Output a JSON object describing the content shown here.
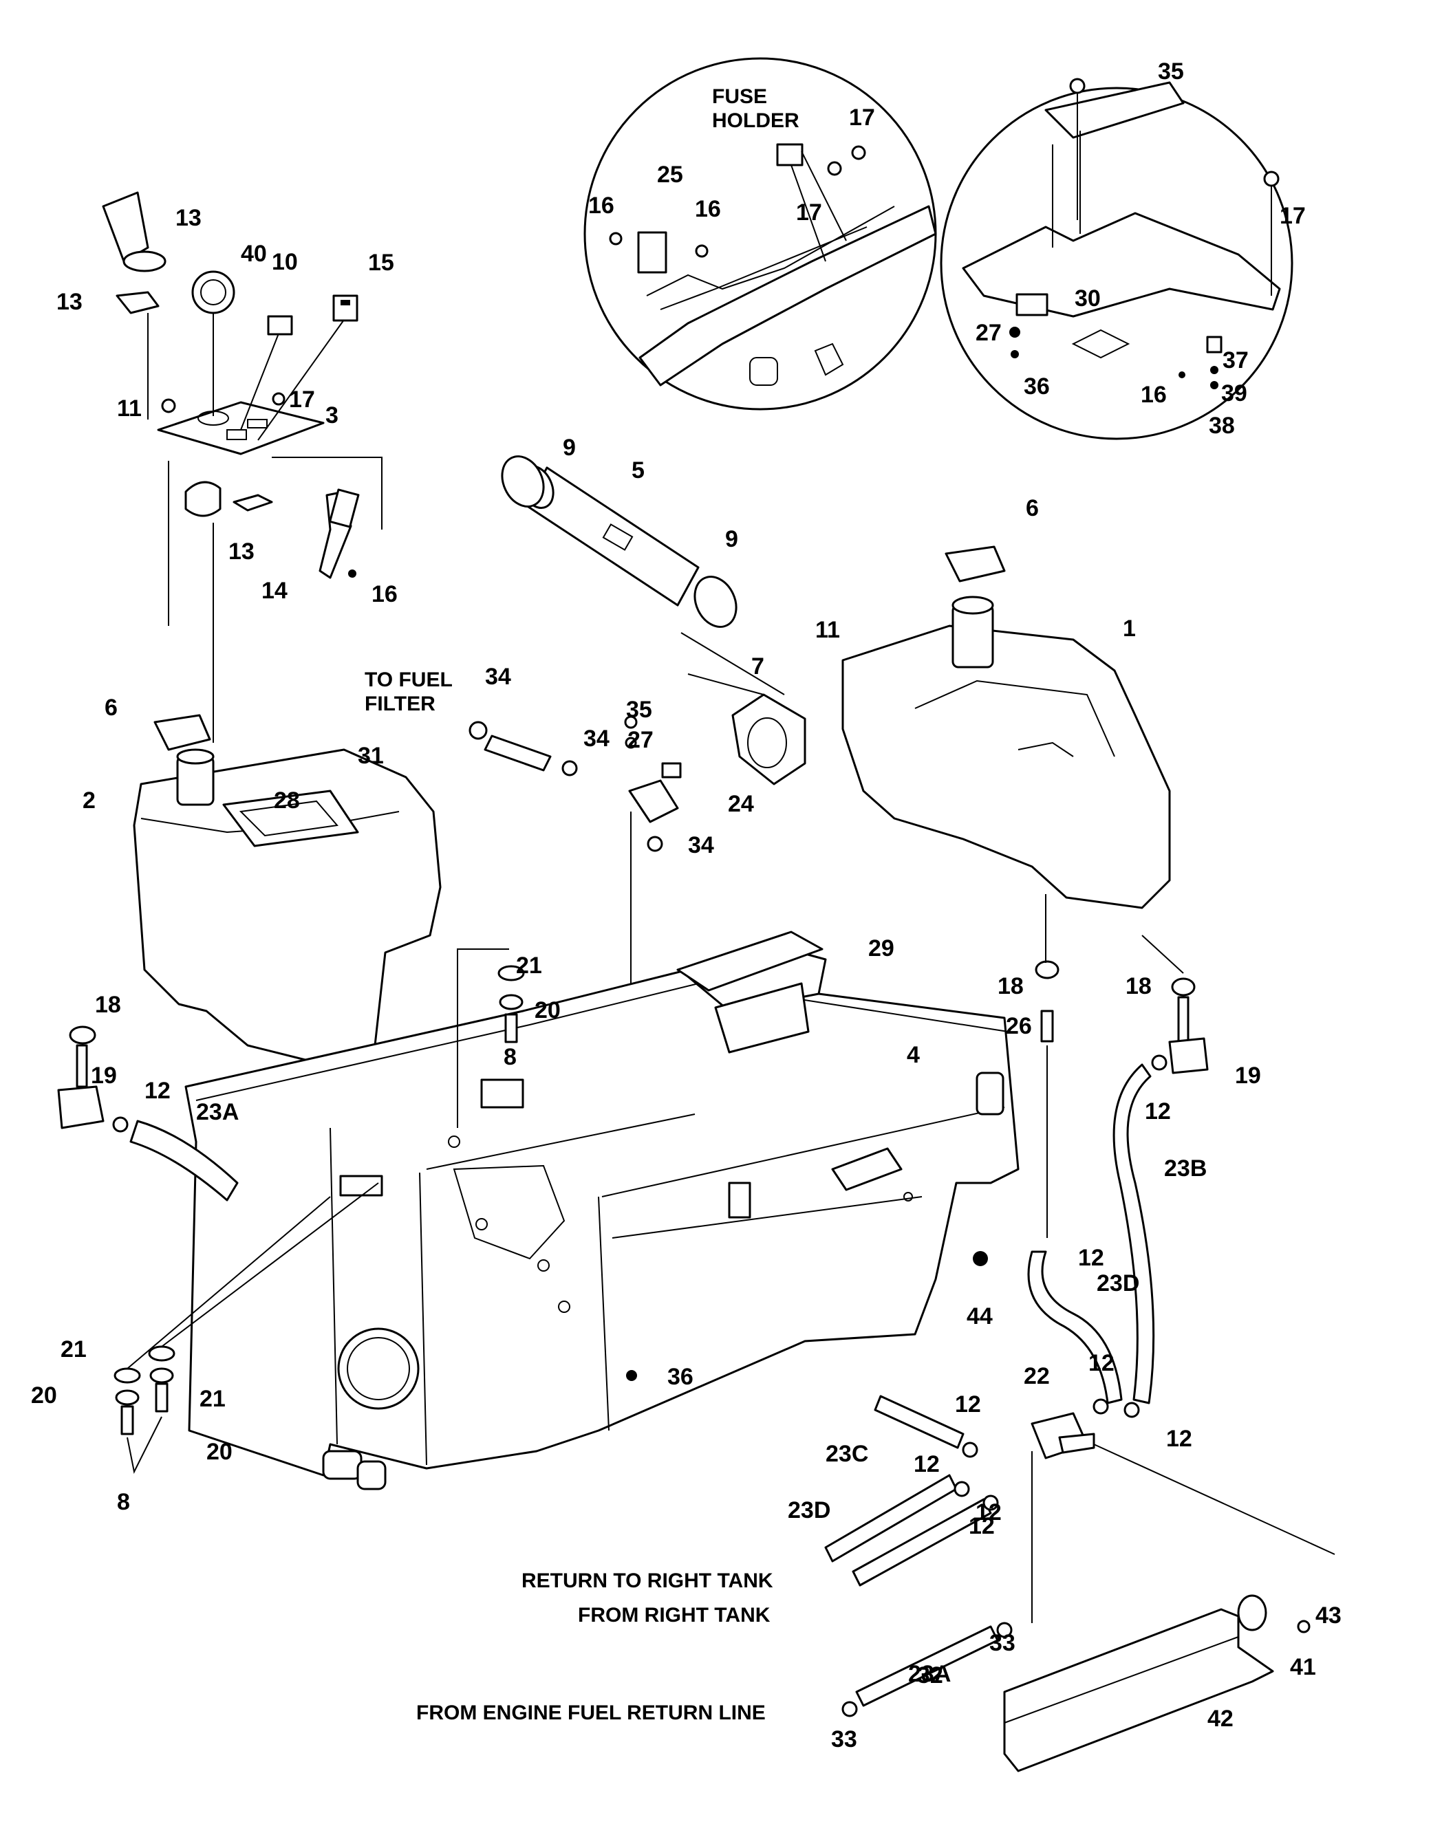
{
  "callouts": [
    {
      "id": "c-1",
      "text": "1"
    },
    {
      "id": "c-2",
      "text": "2"
    },
    {
      "id": "c-3",
      "text": "3"
    },
    {
      "id": "c-4",
      "text": "4"
    },
    {
      "id": "c-5",
      "text": "5"
    },
    {
      "id": "c-6a",
      "text": "6"
    },
    {
      "id": "c-6b",
      "text": "6"
    },
    {
      "id": "c-7",
      "text": "7"
    },
    {
      "id": "c-8a",
      "text": "8"
    },
    {
      "id": "c-8b",
      "text": "8"
    },
    {
      "id": "c-9a",
      "text": "9"
    },
    {
      "id": "c-9b",
      "text": "9"
    },
    {
      "id": "c-10",
      "text": "10"
    },
    {
      "id": "c-11a",
      "text": "11"
    },
    {
      "id": "c-11b",
      "text": "11"
    },
    {
      "id": "c-12a",
      "text": "12"
    },
    {
      "id": "c-12b",
      "text": "12"
    },
    {
      "id": "c-12c",
      "text": "12"
    },
    {
      "id": "c-12d",
      "text": "12"
    },
    {
      "id": "c-12e",
      "text": "12"
    },
    {
      "id": "c-12f",
      "text": "12"
    },
    {
      "id": "c-12g",
      "text": "12"
    },
    {
      "id": "c-12h",
      "text": "12"
    },
    {
      "id": "c-12i",
      "text": "12"
    },
    {
      "id": "c-13a",
      "text": "13"
    },
    {
      "id": "c-13b",
      "text": "13"
    },
    {
      "id": "c-13c",
      "text": "13"
    },
    {
      "id": "c-14",
      "text": "14"
    },
    {
      "id": "c-15",
      "text": "15"
    },
    {
      "id": "c-16a",
      "text": "16"
    },
    {
      "id": "c-16b",
      "text": "16"
    },
    {
      "id": "c-16c",
      "text": "16"
    },
    {
      "id": "c-16d",
      "text": "16"
    },
    {
      "id": "c-17a",
      "text": "17"
    },
    {
      "id": "c-17b",
      "text": "17"
    },
    {
      "id": "c-17c",
      "text": "17"
    },
    {
      "id": "c-17d",
      "text": "17"
    },
    {
      "id": "c-18a",
      "text": "18"
    },
    {
      "id": "c-18b",
      "text": "18"
    },
    {
      "id": "c-18c",
      "text": "18"
    },
    {
      "id": "c-19a",
      "text": "19"
    },
    {
      "id": "c-19b",
      "text": "19"
    },
    {
      "id": "c-20a",
      "text": "20"
    },
    {
      "id": "c-20b",
      "text": "20"
    },
    {
      "id": "c-20c",
      "text": "20"
    },
    {
      "id": "c-21a",
      "text": "21"
    },
    {
      "id": "c-21b",
      "text": "21"
    },
    {
      "id": "c-21c",
      "text": "21"
    },
    {
      "id": "c-22",
      "text": "22"
    },
    {
      "id": "c-23Aa",
      "text": "23A"
    },
    {
      "id": "c-23Ab",
      "text": "23A"
    },
    {
      "id": "c-23B",
      "text": "23B"
    },
    {
      "id": "c-23C",
      "text": "23C"
    },
    {
      "id": "c-23Da",
      "text": "23D"
    },
    {
      "id": "c-23Db",
      "text": "23D"
    },
    {
      "id": "c-24",
      "text": "24"
    },
    {
      "id": "c-25",
      "text": "25"
    },
    {
      "id": "c-26",
      "text": "26"
    },
    {
      "id": "c-27a",
      "text": "27"
    },
    {
      "id": "c-27b",
      "text": "27"
    },
    {
      "id": "c-28",
      "text": "28"
    },
    {
      "id": "c-29",
      "text": "29"
    },
    {
      "id": "c-30",
      "text": "30"
    },
    {
      "id": "c-31",
      "text": "31"
    },
    {
      "id": "c-32",
      "text": "32"
    },
    {
      "id": "c-33a",
      "text": "33"
    },
    {
      "id": "c-33b",
      "text": "33"
    },
    {
      "id": "c-34a",
      "text": "34"
    },
    {
      "id": "c-34b",
      "text": "34"
    },
    {
      "id": "c-34c",
      "text": "34"
    },
    {
      "id": "c-35a",
      "text": "35"
    },
    {
      "id": "c-35b",
      "text": "35"
    },
    {
      "id": "c-36a",
      "text": "36"
    },
    {
      "id": "c-36b",
      "text": "36"
    },
    {
      "id": "c-37",
      "text": "37"
    },
    {
      "id": "c-38",
      "text": "38"
    },
    {
      "id": "c-39",
      "text": "39"
    },
    {
      "id": "c-40",
      "text": "40"
    },
    {
      "id": "c-41",
      "text": "41"
    },
    {
      "id": "c-42",
      "text": "42"
    },
    {
      "id": "c-43",
      "text": "43"
    },
    {
      "id": "c-44",
      "text": "44"
    }
  ],
  "notes": {
    "fuse_holder_1": "FUSE",
    "fuse_holder_2": "HOLDER",
    "to_fuel_filter_1": "TO FUEL",
    "to_fuel_filter_2": "FILTER",
    "return_to_right_tank": "RETURN TO RIGHT TANK",
    "from_right_tank": "FROM RIGHT TANK",
    "from_engine_return": "FROM ENGINE FUEL RETURN LINE"
  }
}
